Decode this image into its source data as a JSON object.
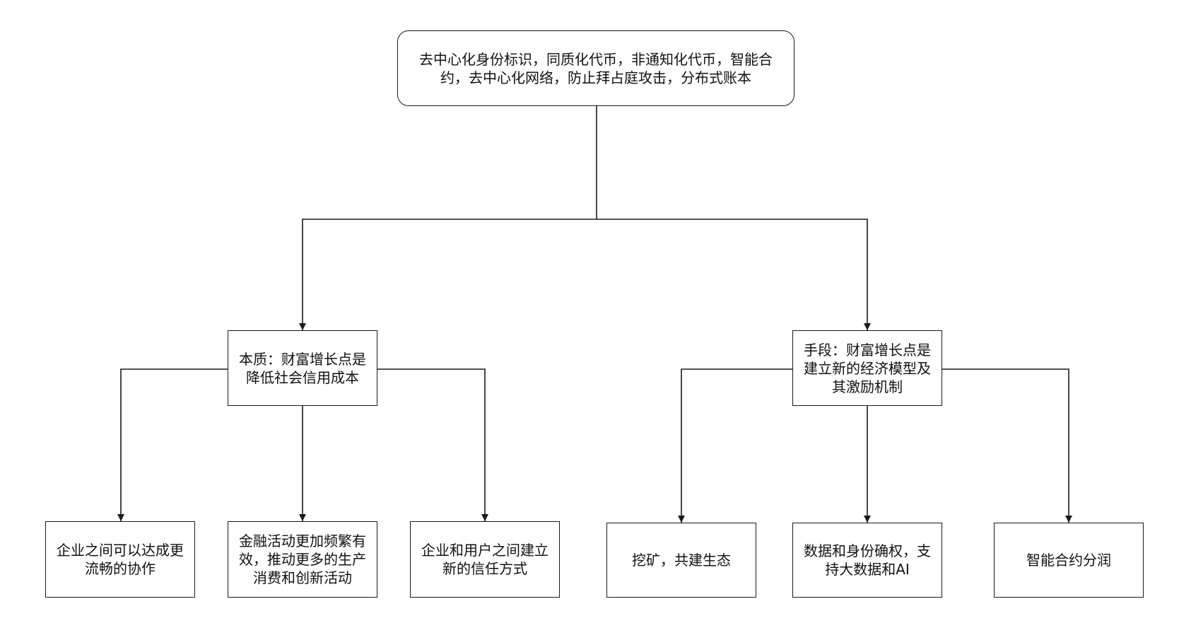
{
  "root": {
    "text": "去中心化身份标识，同质化代币，非通知化代币，智能合约，去中心化网络，防止拜占庭攻击，分布式账本"
  },
  "left": {
    "text": "本质：财富增长点是降低社会信用成本",
    "children": [
      "企业之间可以达成更流畅的协作",
      "金融活动更加频繁有效，推动更多的生产消费和创新活动",
      "企业和用户之间建立新的信任方式"
    ]
  },
  "right": {
    "text": "手段：财富增长点是建立新的经济模型及其激励机制",
    "children": [
      "挖矿，共建生态",
      "数据和身份确权，支持大数据和AI",
      "智能合约分润"
    ]
  },
  "colors": {
    "line": "#1a1a1a",
    "box_border": "#1a1a1a",
    "background": "#ffffff"
  }
}
